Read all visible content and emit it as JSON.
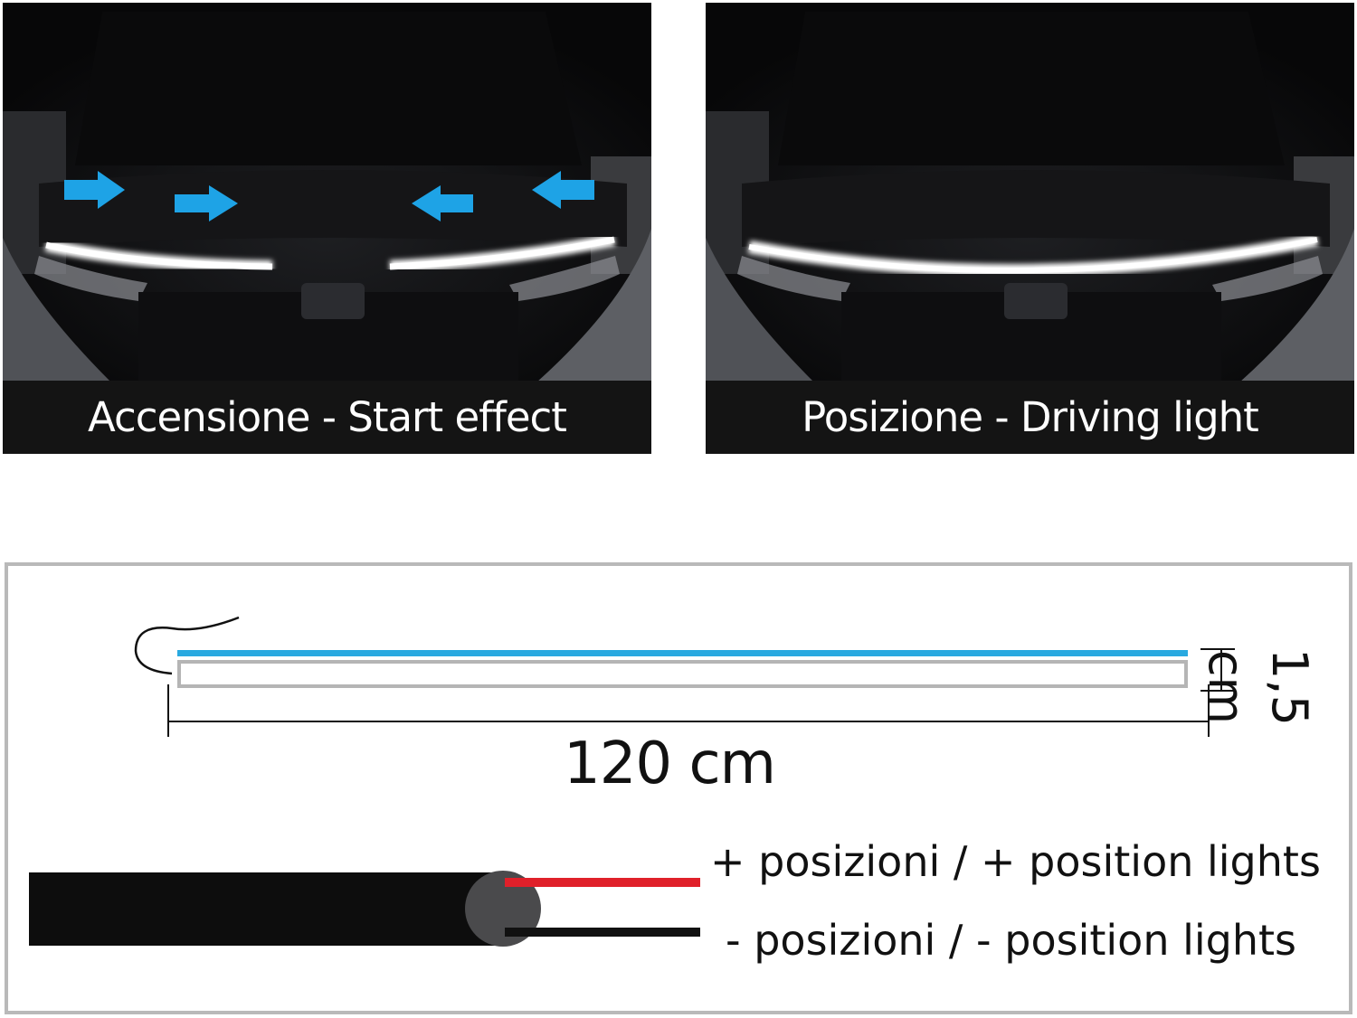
{
  "photos": [
    {
      "caption": "Accensione - Start effect",
      "arrows": [
        "right",
        "right",
        "left",
        "left"
      ]
    },
    {
      "caption": "Posizione - Driving light"
    }
  ],
  "dimensions": {
    "length": "120 cm",
    "height": "1,5 cm"
  },
  "wires": {
    "positive": {
      "label": "+ posizioni / + position lights",
      "color": "#e0202a"
    },
    "negative": {
      "label": "- posizioni / - position lights",
      "color": "#111111"
    }
  },
  "colors": {
    "arrow": "#1ea3e6",
    "strip_top": "#29a9e0",
    "strip_outline": "#b5b5b5",
    "panel_bg": "#0b0b0c",
    "caption_bg": "#141414"
  }
}
